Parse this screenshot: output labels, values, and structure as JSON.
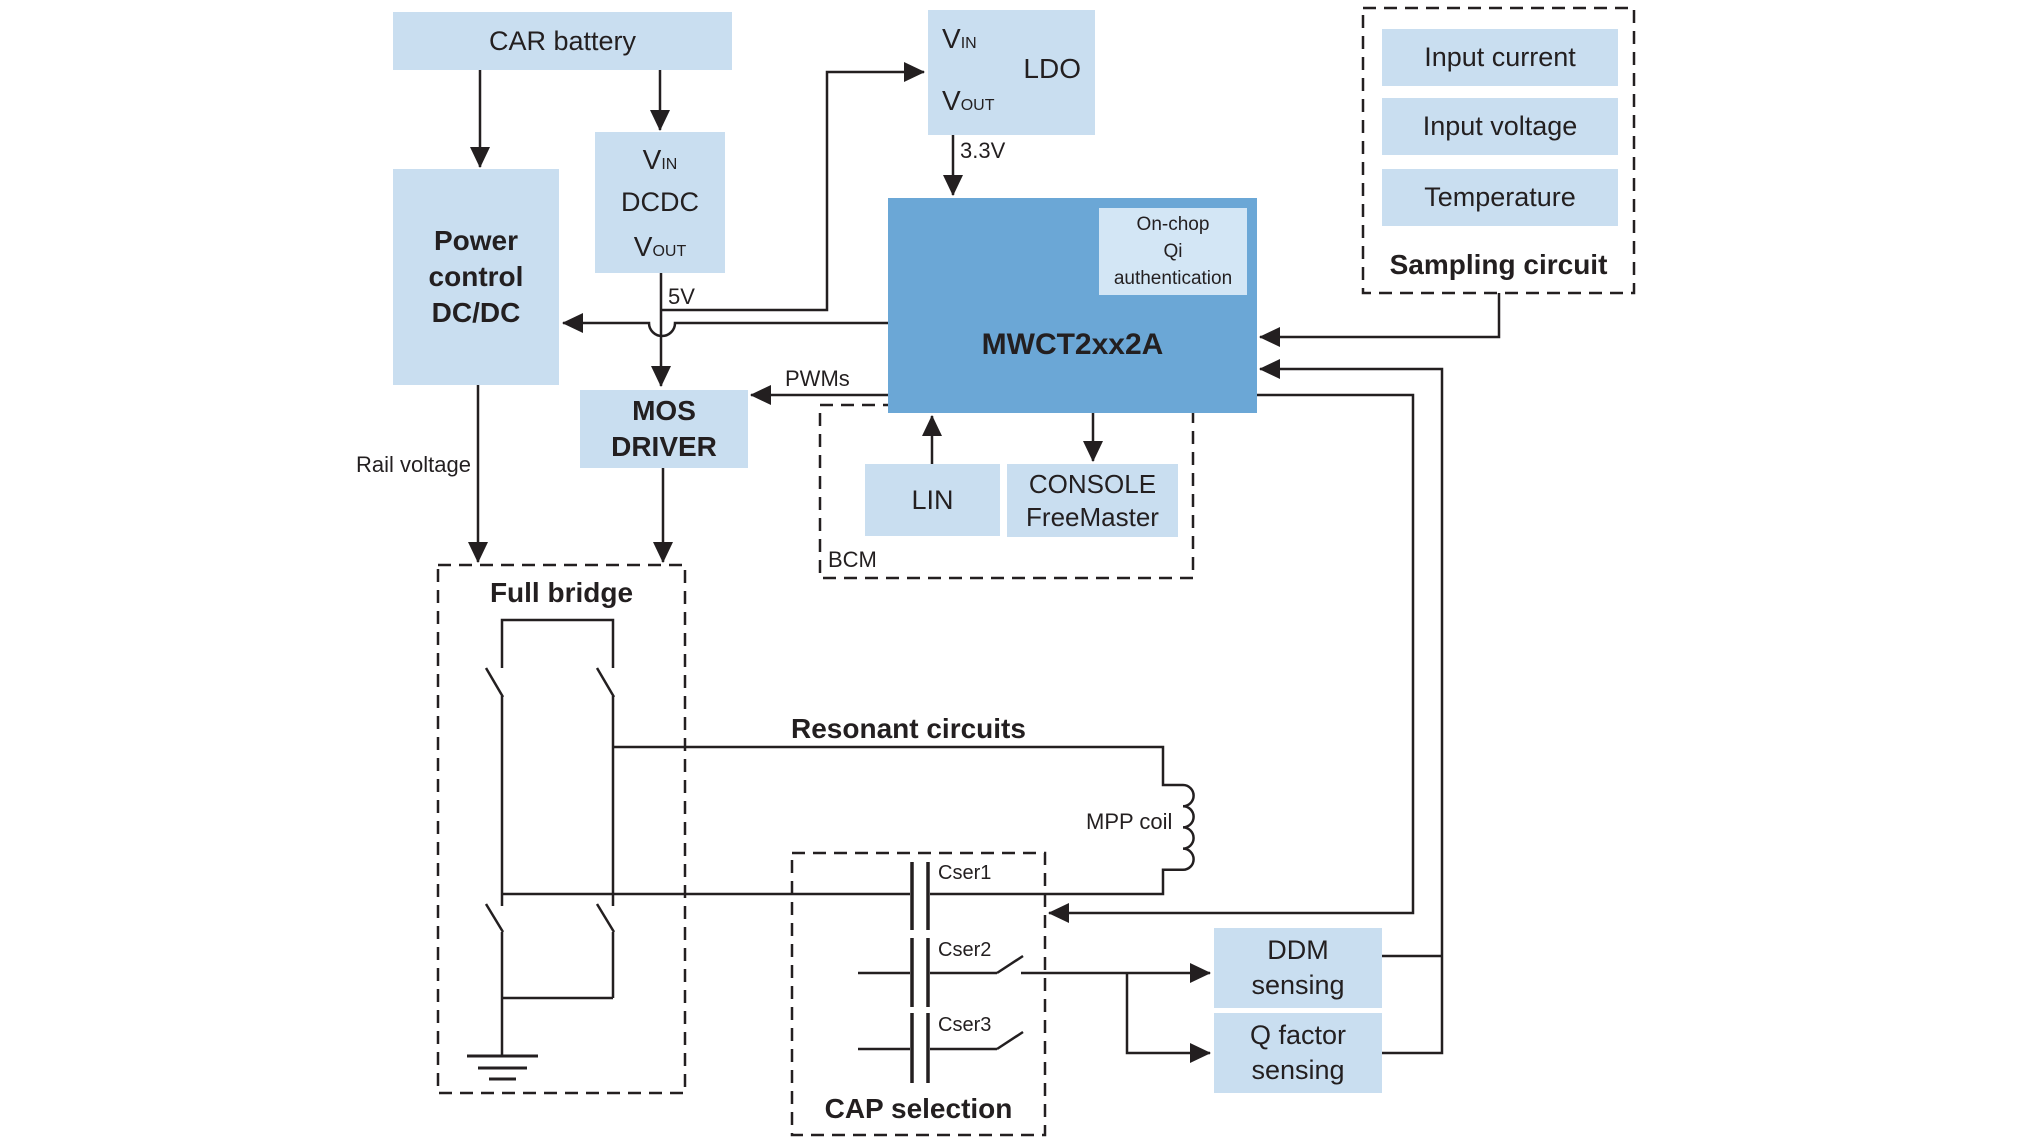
{
  "colors": {
    "box_fill": "#c9def0",
    "chip_fill": "#6ba7d6",
    "qi_fill": "#d3e6f5",
    "line": "#231f20"
  },
  "blocks": {
    "car_battery": {
      "label": "CAR battery"
    },
    "power_control": {
      "label": "Power\ncontrol\nDC/DC"
    },
    "dcdc": {
      "label": "DCDC",
      "vin": {
        "base": "V",
        "sub": "IN"
      },
      "vout": {
        "base": "V",
        "sub": "OUT"
      }
    },
    "ldo": {
      "label": "LDO",
      "vin": {
        "base": "V",
        "sub": "IN"
      },
      "vout": {
        "base": "V",
        "sub": "OUT"
      }
    },
    "mwct": {
      "label": "MWCT2xx2A",
      "qi_authentication": "On-chop\nQi\nauthentication"
    },
    "mos_driver": {
      "label": "MOS\nDRIVER"
    },
    "bcm": {
      "label": "BCM",
      "lin": "LIN",
      "console": "CONSOLE\nFreeMaster"
    },
    "sampling_circuit": {
      "title": "Sampling circuit",
      "items": [
        "Input current",
        "Input voltage",
        "Temperature"
      ]
    },
    "full_bridge": {
      "label": "Full bridge"
    },
    "cap_selection": {
      "title": "CAP selection",
      "capacitors": [
        "Cser1",
        "Cser2",
        "Cser3"
      ]
    },
    "ddm_sensing": {
      "label": "DDM\nsensing"
    },
    "q_factor_sensing": {
      "label": "Q factor\nsensing"
    }
  },
  "wire_labels": {
    "dcdc_out": "5V",
    "ldo_out": "3.3V",
    "pwms": "PWMs",
    "rail_voltage": "Rail voltage",
    "resonant": "Resonant circuits",
    "mpp_coil": "MPP coil"
  }
}
